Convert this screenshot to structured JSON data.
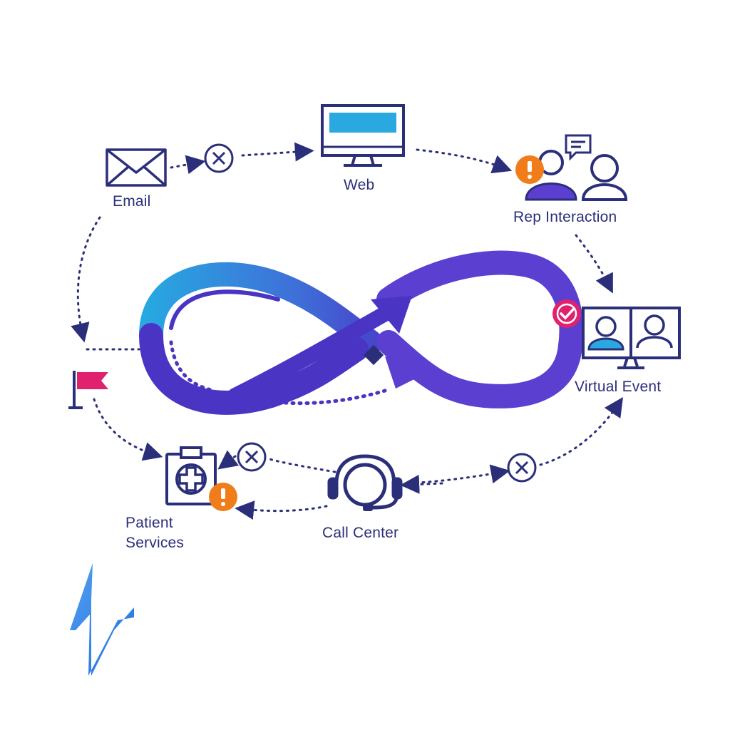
{
  "nodes": {
    "email": {
      "label": "Email"
    },
    "web": {
      "label": "Web"
    },
    "rep": {
      "label": "Rep Interaction"
    },
    "virtual": {
      "label": "Virtual Event"
    },
    "call": {
      "label": "Call Center"
    },
    "patient": {
      "line1": "Patient",
      "line2": "Services"
    }
  },
  "colors": {
    "navy": "#2b2f7a",
    "blue": "#2aa8e0",
    "purple": "#5b3fd0",
    "violet": "#4a34c4",
    "pink": "#e0226e",
    "orange": "#f07d1a"
  },
  "icons": [
    "envelope-icon",
    "close-circle-icon",
    "monitor-icon",
    "alert-icon",
    "speech-bubble-icon",
    "person-icon",
    "check-badge-icon",
    "video-call-icon",
    "flag-icon",
    "clipboard-medical-icon",
    "headset-icon",
    "logo-mark"
  ]
}
